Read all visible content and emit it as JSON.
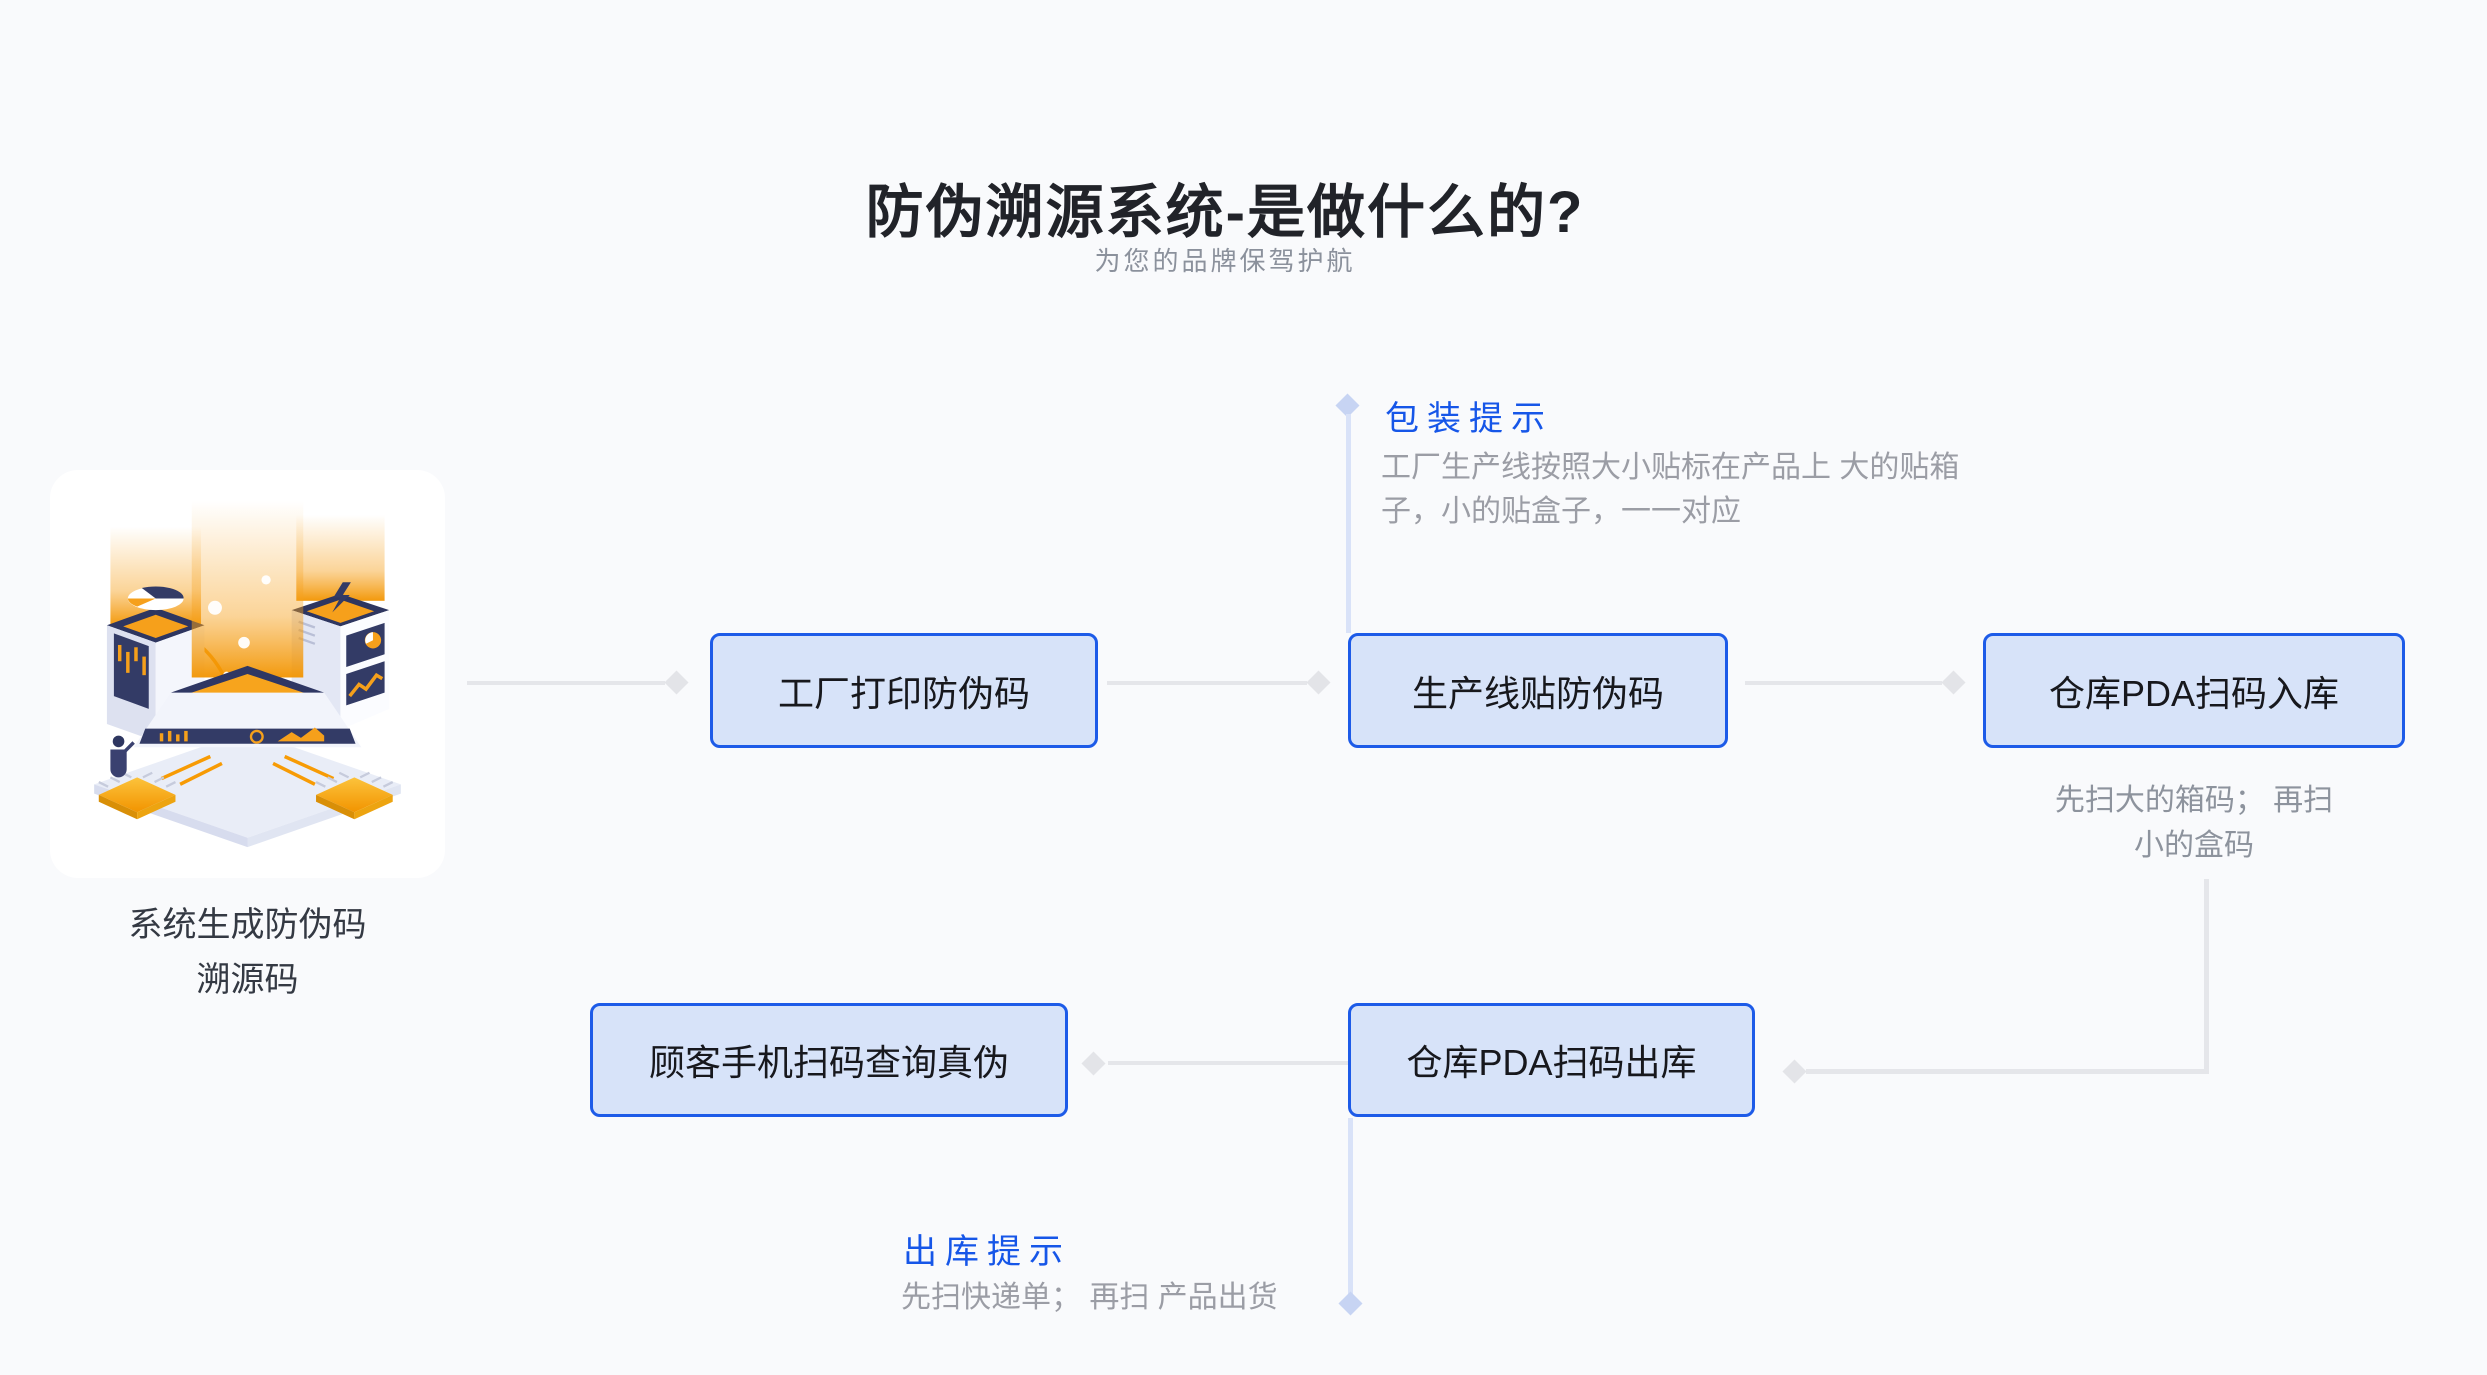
{
  "page": {
    "background": "#f9fafc"
  },
  "header": {
    "title": "防伪溯源系统-是做什么的?",
    "subtitle": "为您的品牌保驾护航"
  },
  "illustration": {
    "icon": "isometric-servers-glow-illustration",
    "caption": "系统生成防伪码\n溯源码"
  },
  "flow": {
    "boxes": [
      {
        "id": "print",
        "label": "工厂打印防伪码"
      },
      {
        "id": "apply",
        "label": "生产线贴防伪码"
      },
      {
        "id": "inbound",
        "label": "仓库PDA扫码入库",
        "note": "先扫大的箱码； 再扫\n小的盒码"
      },
      {
        "id": "verify",
        "label": "顾客手机扫码查询真伪"
      },
      {
        "id": "outbound",
        "label": "仓库PDA扫码出库"
      }
    ]
  },
  "annotations": {
    "packaging": {
      "title": "包装提示",
      "body": "工厂生产线按照大小贴标在产品上 大的贴箱\n子，小的贴盒子，一一对应"
    },
    "outbound": {
      "title": "出库提示",
      "body": "先扫快递单； 再扫 产品出货"
    }
  },
  "colors": {
    "node_fill": "#d7e3f9",
    "node_border": "#1d5be8",
    "annotation_blue": "#1656e8",
    "annotation_gray": "#9b9da5",
    "connector_gray": "#e5e6ea",
    "connector_blue": "#d9e2f8",
    "diamond_blue": "#c7d4f3",
    "glow_orange": "#f6a01b",
    "navy": "#323b63"
  }
}
